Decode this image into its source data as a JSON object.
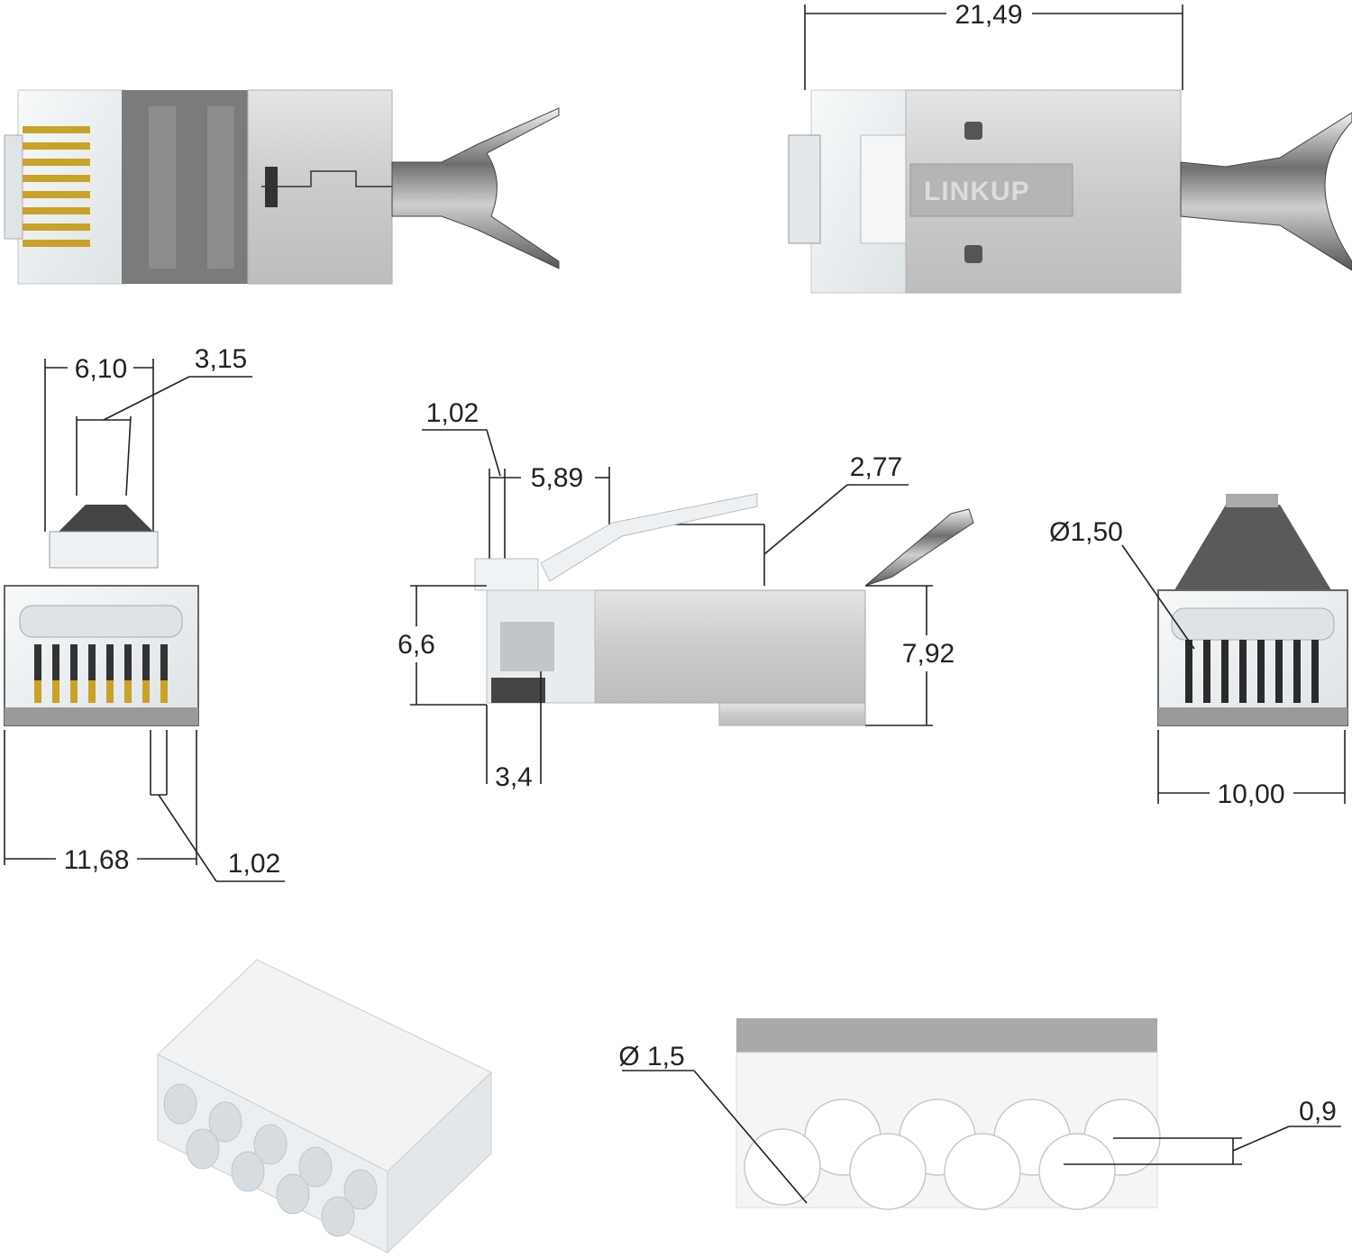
{
  "brand": "LINKUP",
  "colors": {
    "shield": "#cfcfcf",
    "shield_dark": "#9a9a9a",
    "clear_plastic": "#eef2f4",
    "gold_contact": "#c9a227",
    "dimension_line": "#222222"
  },
  "dimensions": {
    "top_right_length": "21,49",
    "front_width_outer": "6,10",
    "front_latch_width": "3,15",
    "front_total_width": "11,68",
    "front_wall": "1,02",
    "side_tab": "1,02",
    "side_latch_offset": "5,89",
    "side_latch_height": "2,77",
    "side_height_left": "6,6",
    "side_height_right": "7,92",
    "side_bottom": "3,4",
    "rear_hole_dia": "Ø1,50",
    "rear_width": "10,00",
    "insert_hole_dia": "Ø 1,5",
    "insert_offset": "0,9"
  }
}
